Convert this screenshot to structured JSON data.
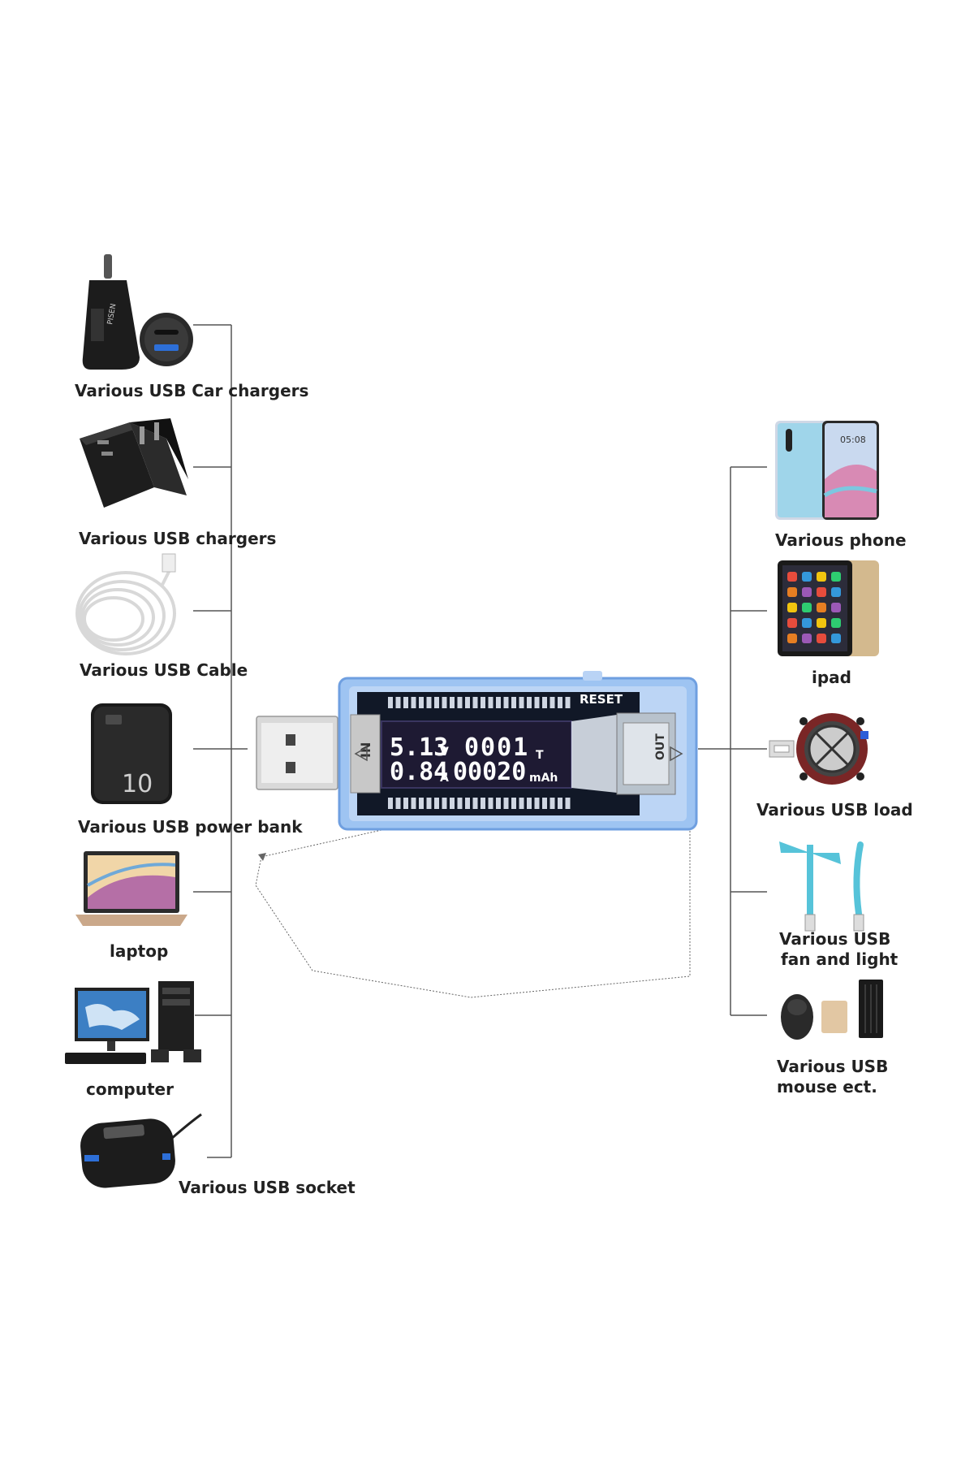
{
  "inputs": [
    {
      "id": "car-chargers",
      "label": "Various USB Car chargers",
      "icon": "car-charger-icon"
    },
    {
      "id": "chargers",
      "label": "Various USB chargers",
      "icon": "wall-charger-icon"
    },
    {
      "id": "cable",
      "label": "Various USB Cable",
      "icon": "usb-cable-icon"
    },
    {
      "id": "power-bank",
      "label": "Various USB power bank",
      "icon": "power-bank-icon"
    },
    {
      "id": "laptop",
      "label": "laptop",
      "icon": "laptop-icon"
    },
    {
      "id": "computer",
      "label": "computer",
      "icon": "computer-icon"
    },
    {
      "id": "socket",
      "label": "Various USB socket",
      "icon": "usb-hub-icon"
    }
  ],
  "outputs": [
    {
      "id": "phone",
      "label": "Various phone",
      "icon": "phone-icon"
    },
    {
      "id": "ipad",
      "label": "ipad",
      "icon": "tablet-icon"
    },
    {
      "id": "load",
      "label": "Various USB load",
      "icon": "usb-load-icon"
    },
    {
      "id": "fan-light",
      "label_line1": "Various USB",
      "label_line2": "fan and light",
      "icon": "usb-fan-icon"
    },
    {
      "id": "mouse",
      "label_line1": "Various USB",
      "label_line2": "mouse ect.",
      "icon": "mouse-icon"
    }
  ],
  "device": {
    "reset_label": "RESET",
    "in_label": "IN",
    "out_label": "OUT",
    "voltage": "5.13",
    "voltage_unit": "V",
    "time": "0001",
    "time_unit": "T",
    "current": "0.84",
    "current_unit": "A",
    "capacity": "00020",
    "capacity_unit": "mAh",
    "phone_clock": "05:08"
  },
  "colors": {
    "line": "#555555",
    "device_shell": "#9ec4f2",
    "lcd_bg": "#1e1a33",
    "label": "#222222"
  }
}
